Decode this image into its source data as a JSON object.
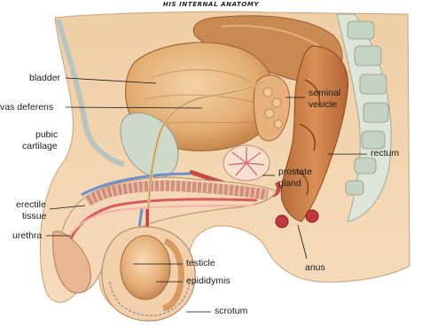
{
  "title": "HIS INTERNAL ANATOMY",
  "labels": {
    "bladder": "bladder",
    "vas_deferens": "vas deferens",
    "pubic_cartilage_1": "pubic",
    "pubic_cartilage_2": "cartilage",
    "erectile_tissue_1": "erectile",
    "erectile_tissue_2": "tissue",
    "urethra": "urethra",
    "seminal_vesicle_1": "seminal",
    "seminal_vesicle_2": "vesicle",
    "prostate_gland_1": "prostate",
    "prostate_gland_2": "gland",
    "rectum": "rectum",
    "anus": "anus",
    "testicle": "testicle",
    "epididymis": "epididymis",
    "scrotum": "scrotum"
  },
  "colors": {
    "background": "#ffffff",
    "skin": "#f2d1a8",
    "skin_light": "#f8e3c6",
    "muscle": "#e1a05a",
    "bladder": "#e7b77f",
    "bone": "#cfd9c9",
    "vein": "#7a9bd1",
    "artery": "#c8313a",
    "erectile": "#d9a07e",
    "leader_line": "#111111"
  }
}
